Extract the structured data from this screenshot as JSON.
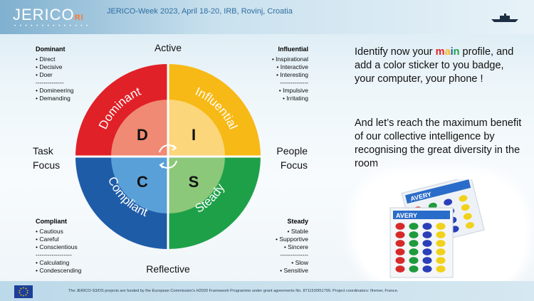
{
  "header": {
    "logo_text": "JERICO",
    "logo_suffix": "RI",
    "logo_tagline": "• • • • • • • • • • • • • •",
    "event": "JERICO-Week 2023, April 18-20, IRB, Rovinj, Croatia"
  },
  "disc": {
    "axis_top": "Active",
    "axis_bottom": "Reflective",
    "axis_left_1": "Task",
    "axis_left_2": "Focus",
    "axis_right_1": "People",
    "axis_right_2": "Focus",
    "center_letters": {
      "d": "D",
      "i": "I",
      "c": "C",
      "s": "S"
    },
    "ring_labels": {
      "dominant": "Dominant",
      "influential": "Influential",
      "compliant": "Compliant",
      "steady": "Steady"
    },
    "colors": {
      "dominant": "#e02127",
      "influential": "#f7b916",
      "compliant": "#1f5ca8",
      "steady": "#1ea049",
      "dominant_inner": "#f08a74",
      "influential_inner": "#fcd67a",
      "compliant_inner": "#5aa0d8",
      "steady_inner": "#8cc87a"
    }
  },
  "dominant": {
    "title": "Dominant",
    "traits": [
      "• Direct",
      "• Decisive",
      "• Doer"
    ],
    "separator": "--------------",
    "negatives": [
      "• Domineering",
      "• Demanding"
    ]
  },
  "influential": {
    "title": "Influential",
    "traits": [
      "• Inspirational",
      "• Interactive",
      "• Interesting"
    ],
    "separator": "--------------",
    "negatives": [
      "• Impulsive",
      "• Irritating"
    ]
  },
  "compliant": {
    "title": "Compliant",
    "traits": [
      "• Cautious",
      "• Careful",
      "• Conscientious"
    ],
    "separator": "------------------",
    "negatives": [
      "• Calculating",
      "• Condescending"
    ]
  },
  "steady": {
    "title": "Steady",
    "traits": [
      "• Stable",
      "• Supportive",
      "• Sincere"
    ],
    "separator": "--------------",
    "negatives": [
      "• Slow",
      "• Sensitive"
    ]
  },
  "instructions": {
    "p1_before": "Identify now your ",
    "p1_main": [
      "m",
      "a",
      "i",
      "n"
    ],
    "p1_after": " profile, and add a color sticker to you badge, your computer, your phone !",
    "p2": "And let’s reach the maximum benefit of our collective intelligence by recognising the great diversity in the room"
  },
  "stickers": {
    "brand": "AVERY",
    "dot_colors": [
      "#d62a2a",
      "#1f9a3c",
      "#2a3fb8",
      "#f1d21a"
    ]
  },
  "footer": {
    "funding": "The JERICO-S3/DS projects are funded by the European Commission’s H2020 Framework Programme under grant agreements No. 871153/951799. Project coordinators: Ifremer, France."
  }
}
